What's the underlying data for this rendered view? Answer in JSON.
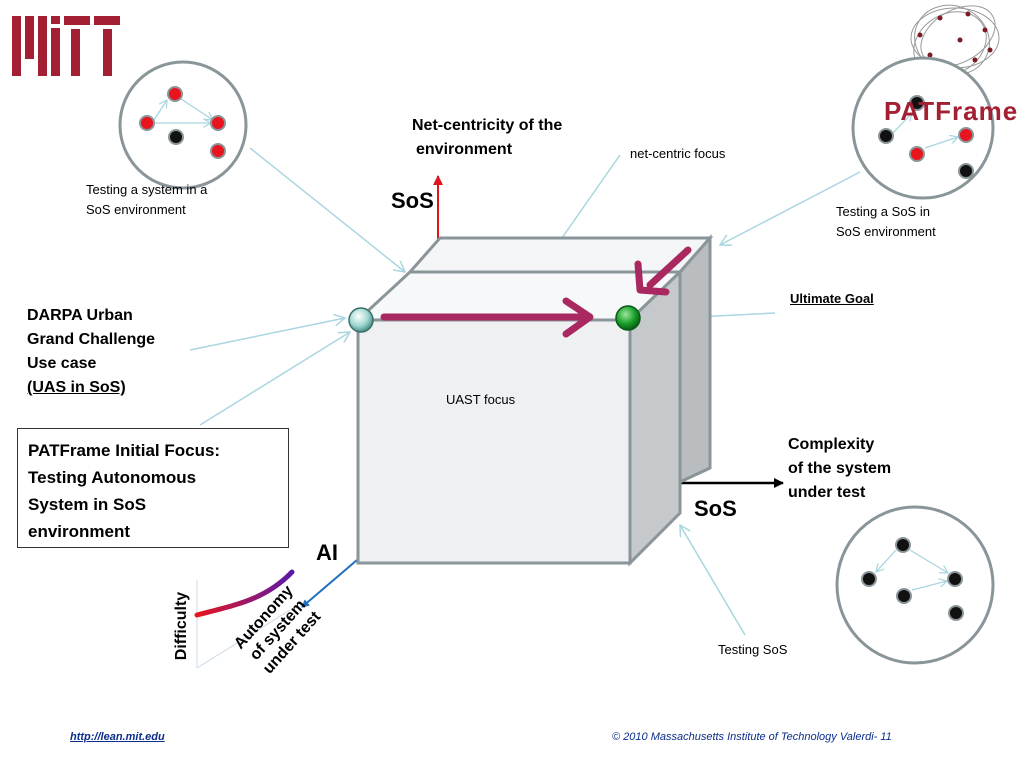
{
  "logo": {
    "text": "MIT",
    "color": "#a31f34"
  },
  "axes": {
    "up_label": "SoS",
    "up_title_line1": "Net-centricity of  the",
    "up_title_line2": "environment",
    "right_label": "SoS",
    "right_title": [
      "Complexity",
      "of the system",
      "under test"
    ],
    "diag_label": "AI",
    "autonomy_title": [
      "Autonomy",
      "of system",
      "under test"
    ],
    "difficulty_label": "Difficulty"
  },
  "callouts": {
    "testing_system_in_sos": [
      "Testing a system in a",
      "SoS environment"
    ],
    "net_centric_focus": "net-centric focus",
    "testing_sos_in_sos": [
      "Testing a SoS in",
      "SoS environment"
    ],
    "ultimate_goal": "Ultimate Goal",
    "darpa": [
      "DARPA Urban",
      "Grand Challenge",
      "Use case"
    ],
    "darpa_link": "(UAS in SoS)",
    "uast_focus": "UAST focus",
    "testing_sos": "Testing SoS"
  },
  "focus_box": {
    "lines": [
      "PATFrame Initial Focus:",
      "Testing Autonomous",
      "System in SoS",
      "environment"
    ]
  },
  "patframe_logo": "PATFrame",
  "footer": {
    "link": "http://lean.mit.edu",
    "copyright": "© 2010 Massachusetts Institute of Technology   Valerdi- 11"
  },
  "colors": {
    "accent_arrow": "#a8285f",
    "red_axis": "#e0141e",
    "diag_axis": "#1f6fc0",
    "callout_line": "#a9d6e0",
    "node_red": "#e8141e",
    "node_black": "#111111",
    "node_green": "#1aa12a",
    "node_teal": "#9fd8d0",
    "cube_front": "#eef0f1",
    "cube_side": "#c5c9cb",
    "cube_top": "#f7f8f9",
    "cube_back": "#b9bdc0",
    "footer_text": "#0b2d8c"
  }
}
